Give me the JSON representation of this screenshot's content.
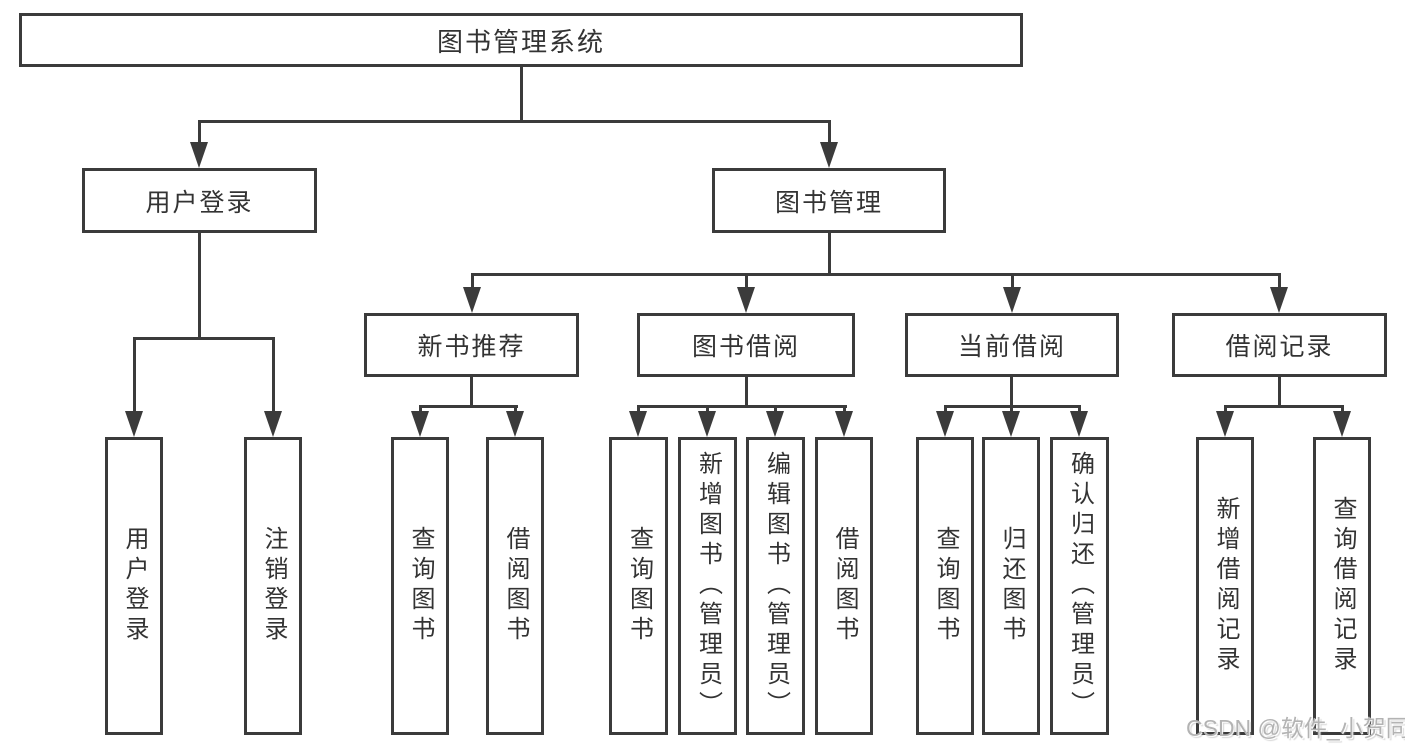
{
  "diagram": {
    "title": "图书管理系统",
    "user_login": {
      "label": "用户登录",
      "children": [
        {
          "label": "用户登录"
        },
        {
          "label": "注销登录"
        }
      ]
    },
    "book_mgmt": {
      "label": "图书管理",
      "groups": [
        {
          "label": "新书推荐",
          "children": [
            {
              "label": "查询图书"
            },
            {
              "label": "借阅图书"
            }
          ]
        },
        {
          "label": "图书借阅",
          "children": [
            {
              "label": "查询图书"
            },
            {
              "label": "新增图书（管理员）"
            },
            {
              "label": "编辑图书（管理员）"
            },
            {
              "label": "借阅图书"
            }
          ]
        },
        {
          "label": "当前借阅",
          "children": [
            {
              "label": "查询图书"
            },
            {
              "label": "归还图书"
            },
            {
              "label": "确认归还（管理员）"
            }
          ]
        },
        {
          "label": "借阅记录",
          "children": [
            {
              "label": "新增借阅记录"
            },
            {
              "label": "查询借阅记录"
            }
          ]
        }
      ]
    }
  },
  "watermark": {
    "text": "CSDN @软件_小贺同学"
  },
  "colors": {
    "line": "#3b3b3b",
    "text": "#333333",
    "background": "#ffffff"
  }
}
